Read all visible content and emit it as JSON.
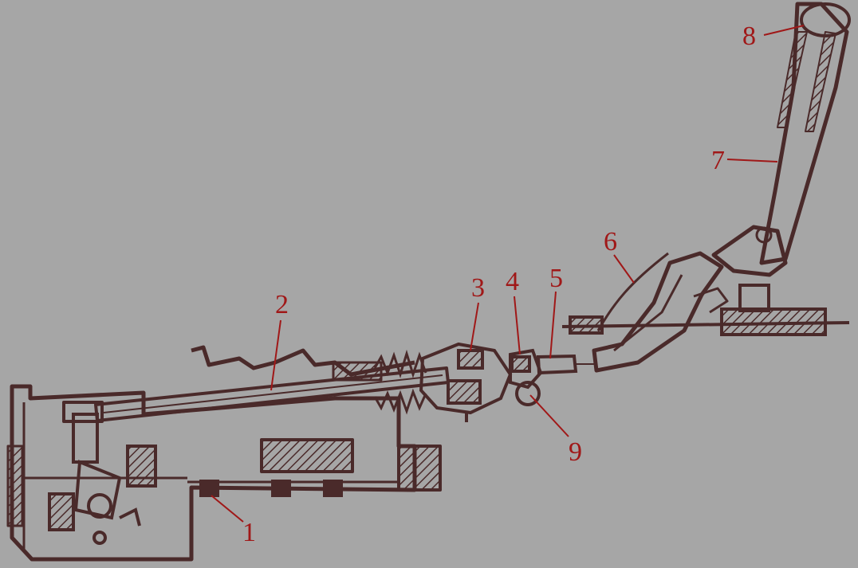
{
  "diagram": {
    "labels": [
      "1",
      "2",
      "3",
      "4",
      "5",
      "6",
      "7",
      "8",
      "9"
    ]
  },
  "colors": {
    "background": "#a6a6a6",
    "linework": "#4a2a2a",
    "callout": "#a01818"
  }
}
